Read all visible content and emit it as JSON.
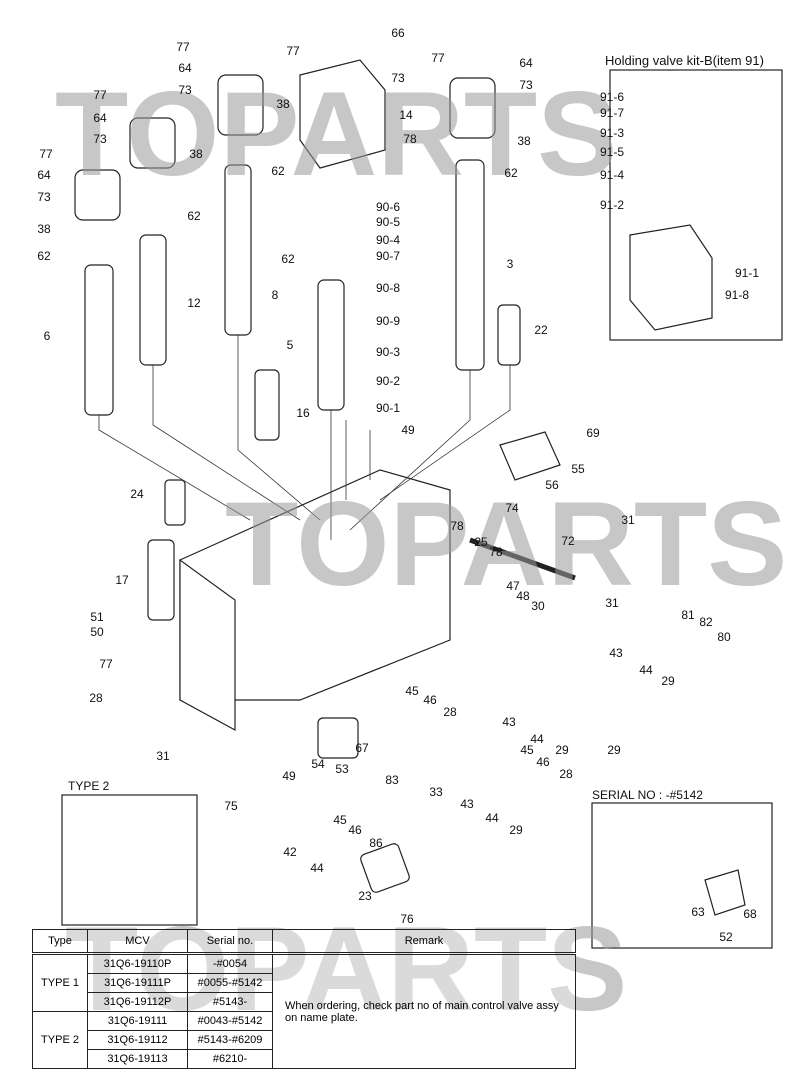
{
  "title_kit": "Holding valve kit-B(item 91)",
  "inset_type2": "TYPE 2",
  "inset_serial": "SERIAL NO : -#5142",
  "watermark": "TOPARTS",
  "labels": [
    "77",
    "64",
    "73",
    "38",
    "66",
    "73",
    "77",
    "14",
    "78",
    "77",
    "64",
    "73",
    "38",
    "62",
    "77",
    "64",
    "73",
    "38",
    "62",
    "77",
    "64",
    "73",
    "38",
    "62",
    "62",
    "62",
    "8",
    "12",
    "6",
    "5",
    "3",
    "22",
    "16",
    "90-6",
    "90-5",
    "90-4",
    "90-7",
    "90-8",
    "90-9",
    "90-3",
    "90-2",
    "90-1",
    "49",
    "69",
    "55",
    "56",
    "24",
    "74",
    "31",
    "78",
    "25",
    "78",
    "72",
    "17",
    "47",
    "48",
    "30",
    "51",
    "50",
    "31",
    "81",
    "82",
    "80",
    "77",
    "43",
    "44",
    "29",
    "45",
    "46",
    "28",
    "28",
    "43",
    "44",
    "29",
    "29",
    "31",
    "67",
    "54",
    "53",
    "49",
    "75",
    "83",
    "33",
    "45",
    "46",
    "28",
    "45",
    "46",
    "86",
    "43",
    "44",
    "29",
    "42",
    "44",
    "23",
    "76",
    "63",
    "68",
    "52"
  ],
  "kit_labels": [
    "91-6",
    "91-7",
    "91-3",
    "91-5",
    "91-4",
    "91-2",
    "91-1",
    "91-8"
  ],
  "table": {
    "headers": [
      "Type",
      "MCV",
      "Serial no.",
      "Remark"
    ],
    "type1": "TYPE 1",
    "type2": "TYPE 2",
    "rows": [
      [
        "31Q6-19110P",
        "-#0054"
      ],
      [
        "31Q6-19111P",
        "#0055-#5142"
      ],
      [
        "31Q6-19112P",
        "#5143-"
      ],
      [
        "31Q6-19111",
        "#0043-#5142"
      ],
      [
        "31Q6-19112",
        "#5143-#6209"
      ],
      [
        "31Q6-19113",
        "#6210-"
      ]
    ],
    "remark": "When ordering, check part no of main control valve assy on name plate."
  }
}
